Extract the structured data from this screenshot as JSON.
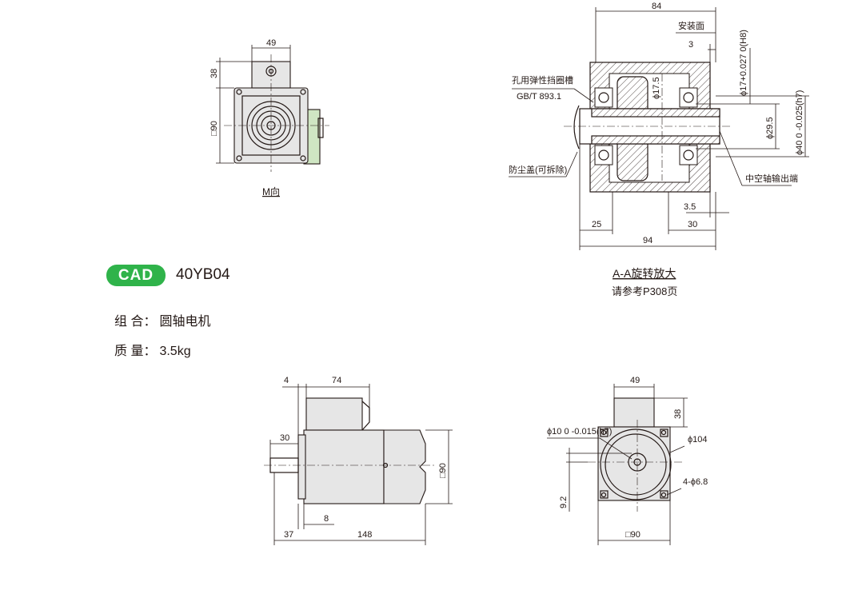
{
  "model": {
    "badge": "CAD",
    "code": "40YB04"
  },
  "specs": {
    "combination_label": "组 合：",
    "combination_value": "圆轴电机",
    "mass_label": "质 量：",
    "mass_value": "3.5kg"
  },
  "view_m": {
    "caption": "M向",
    "dim_width": "49",
    "dim_height": "38",
    "dim_square": "□90"
  },
  "section_aa": {
    "title": "A-A旋转放大",
    "subtitle": "请参考P308页",
    "dim_84": "84",
    "mount_face": "安装面",
    "dim_3": "3",
    "bore_tol": "ϕ17+0.027 0(H8)",
    "dim_175": "ϕ17.5",
    "dim_295": "ϕ29.5",
    "flange_tol": "ϕ40 0 -0.025(h7)",
    "circlip_label": "孔用弹性挡圈槽",
    "circlip_std": "GB/T 893.1",
    "dust_cap": "防尘盖(可拆除)",
    "hollow_out": "中空轴输出端",
    "dim_35": "3.5",
    "dim_30": "30",
    "dim_25": "25",
    "dim_94": "94"
  },
  "side_view": {
    "dim_4": "4",
    "dim_74": "74",
    "dim_30": "30",
    "dim_90": "□90",
    "dim_8": "8",
    "dim_37": "37",
    "dim_148": "148"
  },
  "front_view": {
    "dim_49": "49",
    "dim_38": "38",
    "shaft_tol": "ϕ10 0 -0.015(h7)",
    "dim_104": "ϕ104",
    "holes": "4-ϕ6.8",
    "dim_92": "9.2",
    "dim_90": "□90"
  },
  "colors": {
    "badge": "#2fb34a",
    "body_gray": "#e6e6e6",
    "green_part": "#cfe6c3"
  }
}
